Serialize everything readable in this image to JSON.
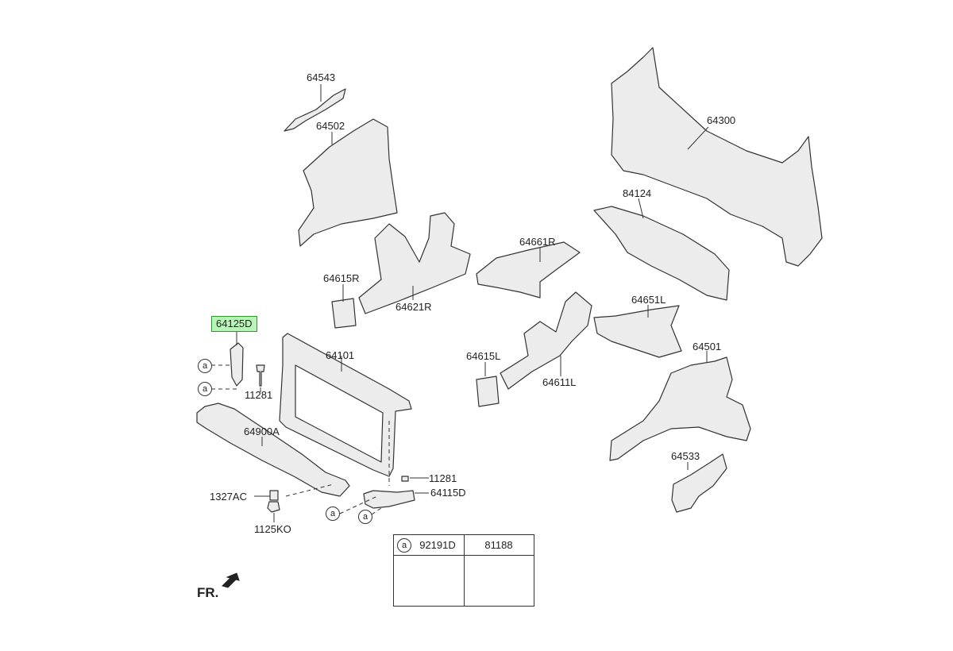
{
  "parts": {
    "p64543": "64543",
    "p64502": "64502",
    "p64300": "64300",
    "p84124": "84124",
    "p64661R": "64661R",
    "p64615R": "64615R",
    "p64621R": "64621R",
    "p64125D": "64125D",
    "p64101": "64101",
    "p64651L": "64651L",
    "p64615L": "64615L",
    "p64611L": "64611L",
    "p64501": "64501",
    "p11281a": "11281",
    "p64900A": "64900A",
    "p64533": "64533",
    "p11281b": "11281",
    "p64115D": "64115D",
    "p1327AC": "1327AC",
    "p1125KO": "1125KO"
  },
  "callout_letter": "a",
  "direction_label": "FR.",
  "legend": {
    "col1": "92191D",
    "col2": "81188"
  },
  "colors": {
    "highlight_fill": "#b9f5b9",
    "highlight_border": "#2e9a2e",
    "line": "#333333",
    "part_fill": "#e8e8e8"
  }
}
